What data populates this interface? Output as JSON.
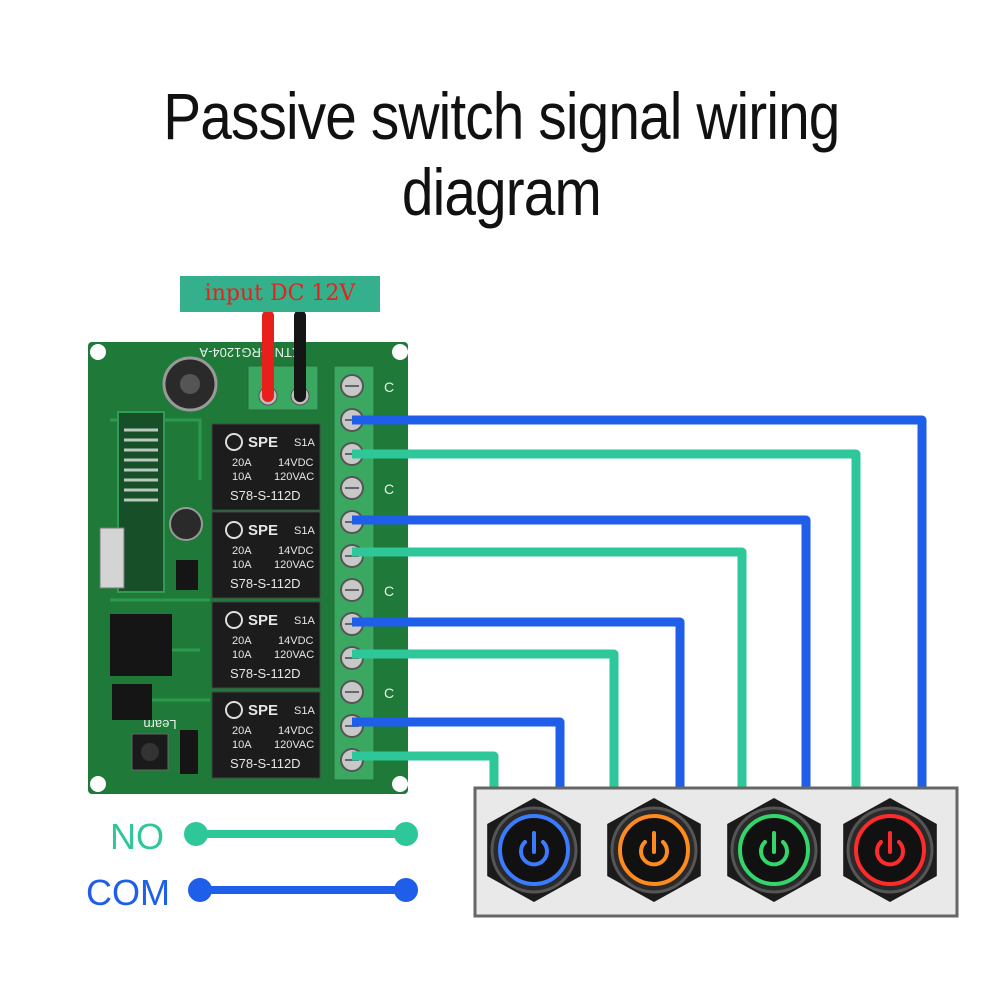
{
  "title": "Passive switch signal wiring diagram",
  "power": {
    "input_label": "input DC 12V",
    "plus": "+",
    "minus": "-"
  },
  "board": {
    "model": "KTNN-RG1204-A",
    "learn_label": "Learn",
    "terminal_label": "C"
  },
  "relay": {
    "brand": "SPE",
    "rating_left_1": "20A",
    "rating_left_2": "10A",
    "rating_right_1": "14VDC",
    "rating_right_2": "120VAC",
    "type": "S1A",
    "model": "S78-S-112D"
  },
  "legend": {
    "no_label": "NO",
    "com_label": "COM"
  },
  "colors": {
    "no_wire": "#2ec79a",
    "com_wire": "#1e5ee8",
    "pcb": "#1f7a3a",
    "relay_body": "#1c1c1c",
    "terminal": "#3aa860",
    "switch_1": "#3a7bff",
    "switch_2": "#ff8a1e",
    "switch_3": "#33d66a",
    "switch_4": "#ff2a2a"
  },
  "switches": [
    {
      "name": "blue",
      "color_key": "switch_1"
    },
    {
      "name": "orange",
      "color_key": "switch_2"
    },
    {
      "name": "green",
      "color_key": "switch_3"
    },
    {
      "name": "red",
      "color_key": "switch_4"
    }
  ]
}
